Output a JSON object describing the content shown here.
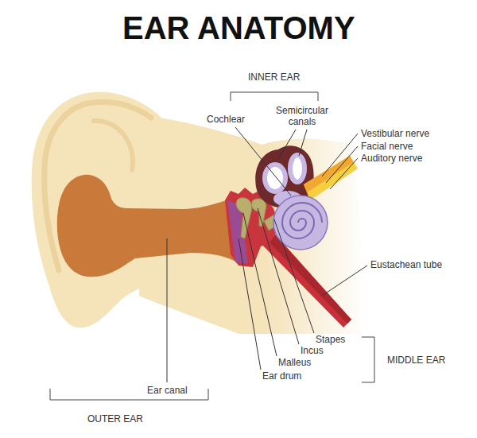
{
  "diagram": {
    "title": "EAR ANATOMY",
    "labels": [
      "INNER EAR",
      "Cochlear",
      "Semicircular canals",
      "Vestibular nerve",
      "Facial nerve",
      "Auditory nerve",
      "Eustachean tube",
      "Stapes",
      "Incus",
      "Malleus",
      "Ear drum",
      "MIDDLE EAR",
      "Ear canal",
      "OUTER EAR"
    ]
  }
}
